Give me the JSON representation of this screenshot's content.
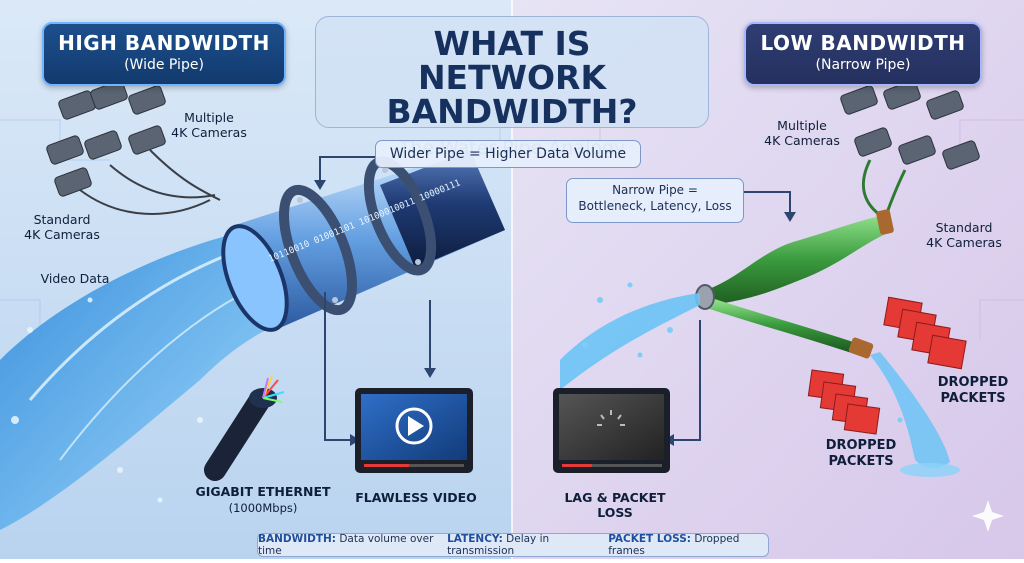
{
  "left": {
    "title": "HIGH BANDWIDTH",
    "subtitle": "(Wide Pipe)",
    "multiple_label": "Multiple\n4K Cameras",
    "standard_label": "Standard\n4K Cameras",
    "video_data_label": "Video Data",
    "binary_text": "10110010 01001101 10100010011 10000111",
    "fiber_title": "GIGABIT ETHERNET",
    "fiber_sub": "(1000Mbps)",
    "result_label": "FLAWLESS VIDEO"
  },
  "center": {
    "title_line1": "WHAT IS",
    "title_line2": "NETWORK BANDWIDTH?",
    "subtitle": "The Water Pipe Analogy",
    "callout": "Wider Pipe = Higher Data Volume"
  },
  "right": {
    "title": "LOW BANDWIDTH",
    "subtitle": "(Narrow Pipe)",
    "callout_line1": "Narrow Pipe =",
    "callout_line2": "Bottleneck, Latency, Loss",
    "multiple_label": "Multiple\n4K Cameras",
    "standard_label": "Standard\n4K Cameras",
    "dropped_1": "DROPPED\nPACKETS",
    "dropped_2": "DROPPED\nPACKETS",
    "result_label": "LAG & PACKET LOSS"
  },
  "legend": {
    "bandwidth_key": "BANDWIDTH:",
    "bandwidth_val": " Data volume over time",
    "latency_key": "LATENCY:",
    "latency_val": " Delay in transmission",
    "loss_key": "PACKET LOSS:",
    "loss_val": " Dropped frames"
  },
  "colors": {
    "left_bg": "#cfe3f7",
    "right_bg": "#e3d6ef",
    "pipe_dark": "#1b3568",
    "water": "#4fb3f0",
    "hose_green": "#3a9a3d",
    "packet_red": "#e53935"
  }
}
